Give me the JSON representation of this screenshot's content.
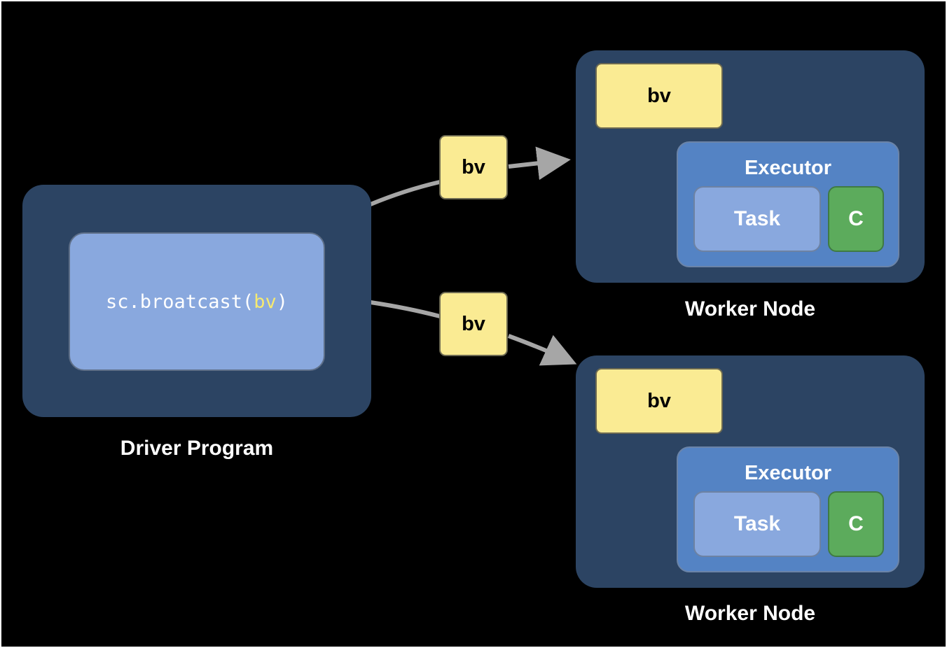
{
  "driver": {
    "label": "Driver Program",
    "code_prefix": "sc.broatcast(",
    "code_arg": "bv",
    "code_suffix": ")"
  },
  "transfer_labels": [
    "bv",
    "bv"
  ],
  "workers": [
    {
      "label": "Worker Node",
      "bv_label": "bv",
      "executor_label": "Executor",
      "task_label": "Task",
      "cache_label": "C"
    },
    {
      "label": "Worker Node",
      "bv_label": "bv",
      "executor_label": "Executor",
      "task_label": "Task",
      "cache_label": "C"
    }
  ],
  "colors": {
    "background": "#000000",
    "node": "#2c4463",
    "panel": "#89a8de",
    "executor": "#5483c4",
    "variable": "#faeb93",
    "cache": "#5cab5c",
    "arrow": "#a6a6a6"
  }
}
